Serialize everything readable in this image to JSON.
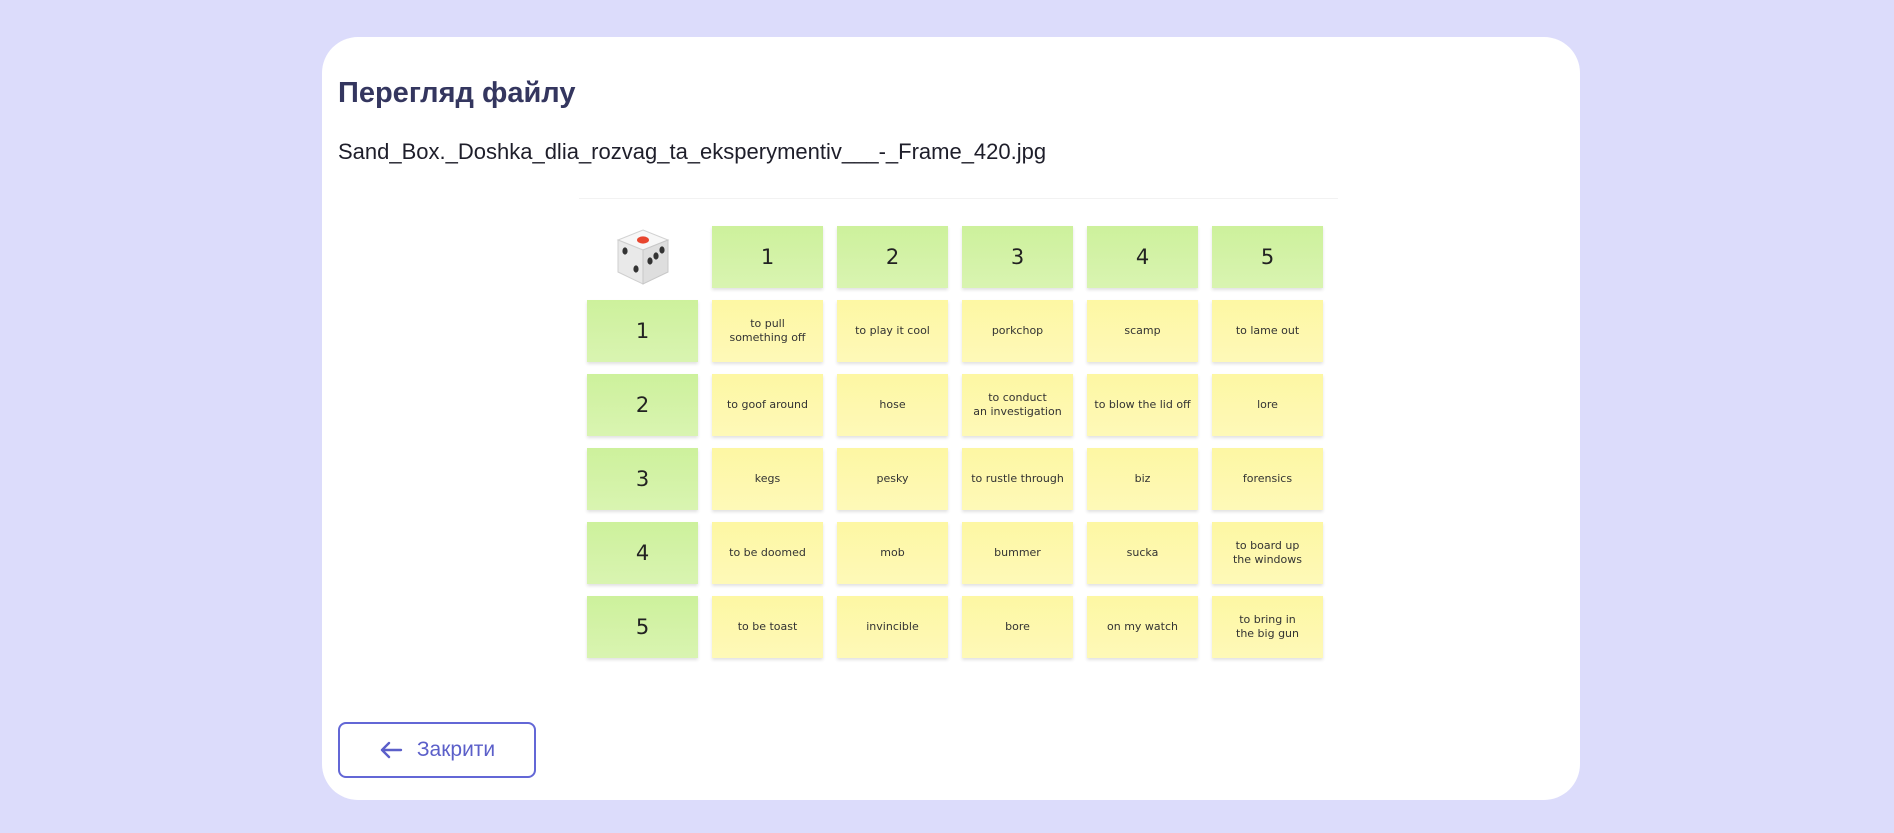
{
  "modal": {
    "title": "Перегляд файлу",
    "file_name": "Sand_Box._Doshka_dlia_rozvag_ta_eksperymentiv___-_Frame_420.jpg",
    "close_label": "Закрити"
  },
  "board": {
    "dice_icon": "dice-icon",
    "column_headers": [
      "1",
      "2",
      "3",
      "4",
      "5"
    ],
    "rows": [
      {
        "label": "1",
        "cells": [
          "to pull\nsomething off",
          "to play it cool",
          "porkchop",
          "scamp",
          "to lame out"
        ]
      },
      {
        "label": "2",
        "cells": [
          "to goof around",
          "hose",
          "to conduct\nan investigation",
          "to blow the lid off",
          "lore"
        ]
      },
      {
        "label": "3",
        "cells": [
          "kegs",
          "pesky",
          "to rustle through",
          "biz",
          "forensics"
        ]
      },
      {
        "label": "4",
        "cells": [
          "to be doomed",
          "mob",
          "bummer",
          "sucka",
          "to board up\nthe windows"
        ]
      },
      {
        "label": "5",
        "cells": [
          "to be toast",
          "invincible",
          "bore",
          "on my watch",
          "to bring in\nthe big gun"
        ]
      }
    ]
  },
  "colors": {
    "background": "#dcdcfb",
    "title": "#34365f",
    "accent": "#6367d6",
    "header_cell": "#cdf19c",
    "note_cell": "#fdf7a3"
  }
}
